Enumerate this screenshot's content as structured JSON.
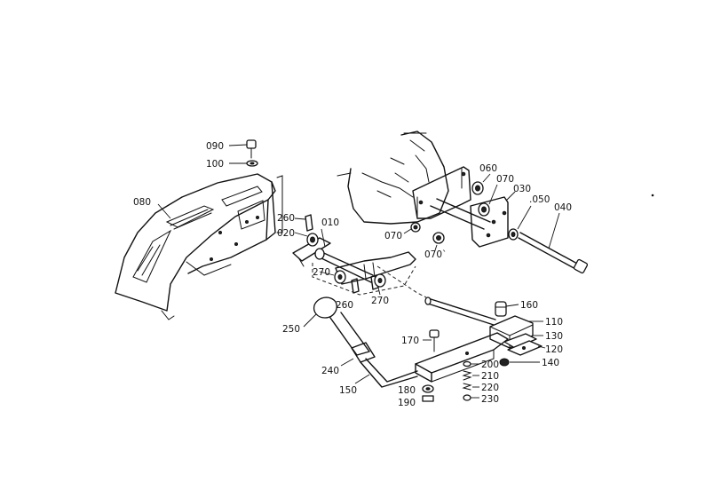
{
  "part_labels": [
    {
      "id": "p090",
      "text": "090"
    },
    {
      "id": "p100",
      "text": "100"
    },
    {
      "id": "p080",
      "text": "080"
    },
    {
      "id": "p260a",
      "text": "260"
    },
    {
      "id": "p020",
      "text": "020"
    },
    {
      "id": "p010",
      "text": "010"
    },
    {
      "id": "p060",
      "text": "060"
    },
    {
      "id": "p070a",
      "text": "070"
    },
    {
      "id": "p030",
      "text": "030"
    },
    {
      "id": "p050",
      "text": ".050"
    },
    {
      "id": "p040",
      "text": "040"
    },
    {
      "id": "p070b",
      "text": "070"
    },
    {
      "id": "p070c",
      "text": "070`"
    },
    {
      "id": "p270a",
      "text": "270"
    },
    {
      "id": "p260b",
      "text": "260"
    },
    {
      "id": "p270b",
      "text": "270"
    },
    {
      "id": "p250",
      "text": "250"
    },
    {
      "id": "p160",
      "text": "160"
    },
    {
      "id": "p110",
      "text": "110"
    },
    {
      "id": "p130",
      "text": "130"
    },
    {
      "id": "p120",
      "text": "120"
    },
    {
      "id": "p170",
      "text": "170"
    },
    {
      "id": "p140",
      "text": "140"
    },
    {
      "id": "p200",
      "text": "200"
    },
    {
      "id": "p210",
      "text": "210"
    },
    {
      "id": "p220",
      "text": "220"
    },
    {
      "id": "p230",
      "text": "230"
    },
    {
      "id": "p240",
      "text": "240"
    },
    {
      "id": "p150",
      "text": "150"
    },
    {
      "id": "p180",
      "text": "180"
    },
    {
      "id": "p190",
      "text": "190"
    }
  ]
}
